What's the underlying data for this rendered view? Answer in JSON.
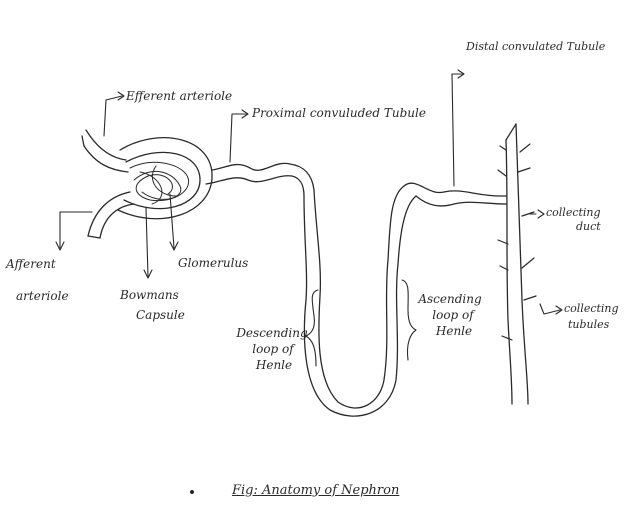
{
  "labels": {
    "efferent_arteriole": "Efferent arteriole",
    "proximal_tubule": "Proximal convuluded Tubule",
    "distal_tubule": "Distal convulated Tubule",
    "afferent_line1": "Afferent",
    "afferent_line2": "arteriole",
    "bowmans_line1": "Bowmans",
    "bowmans_line2": "Capsule",
    "glomerulus": "Glomerulus",
    "descending_line1": "Descending",
    "descending_line2": "loop of",
    "descending_line3": "Henle",
    "ascending_line1": "Ascending",
    "ascending_line2": "loop of",
    "ascending_line3": "Henle",
    "collecting_duct_line1": "collecting",
    "collecting_duct_line2": "duct",
    "collecting_tubules_line1": "collecting",
    "collecting_tubules_line2": "tubules"
  },
  "caption": "Fig: Anatomy of Nephron",
  "colors": {
    "ink": "#2a2a2a",
    "paper": "#ffffff"
  }
}
